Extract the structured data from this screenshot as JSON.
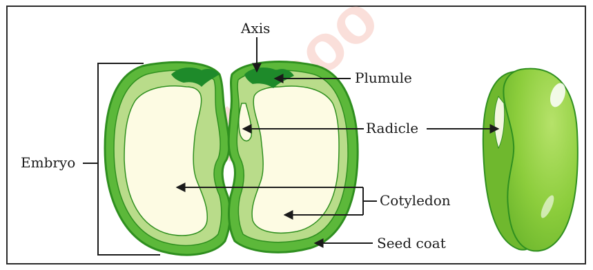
{
  "diagram": {
    "labels": {
      "axis": "Axis",
      "plumule": "Plumule",
      "radicle": "Radicle",
      "embryo": "Embryo",
      "cotyledon": "Cotyledon",
      "seed_coat": "Seed coat"
    },
    "watermark": "ncertbooo"
  },
  "colors": {
    "seed_coat": "#5cb83a",
    "seed_coat_dark": "#2f8f1f",
    "cotyledon_rim": "#b9dc8a",
    "cotyledon_inner": "#fdfbe3",
    "plumule": "#1e8a2a",
    "whole_seed": "#8ccd3c",
    "whole_seed_side": "#c9e9a0",
    "frame": "#2a2a2a",
    "line": "#1a1a1a"
  }
}
